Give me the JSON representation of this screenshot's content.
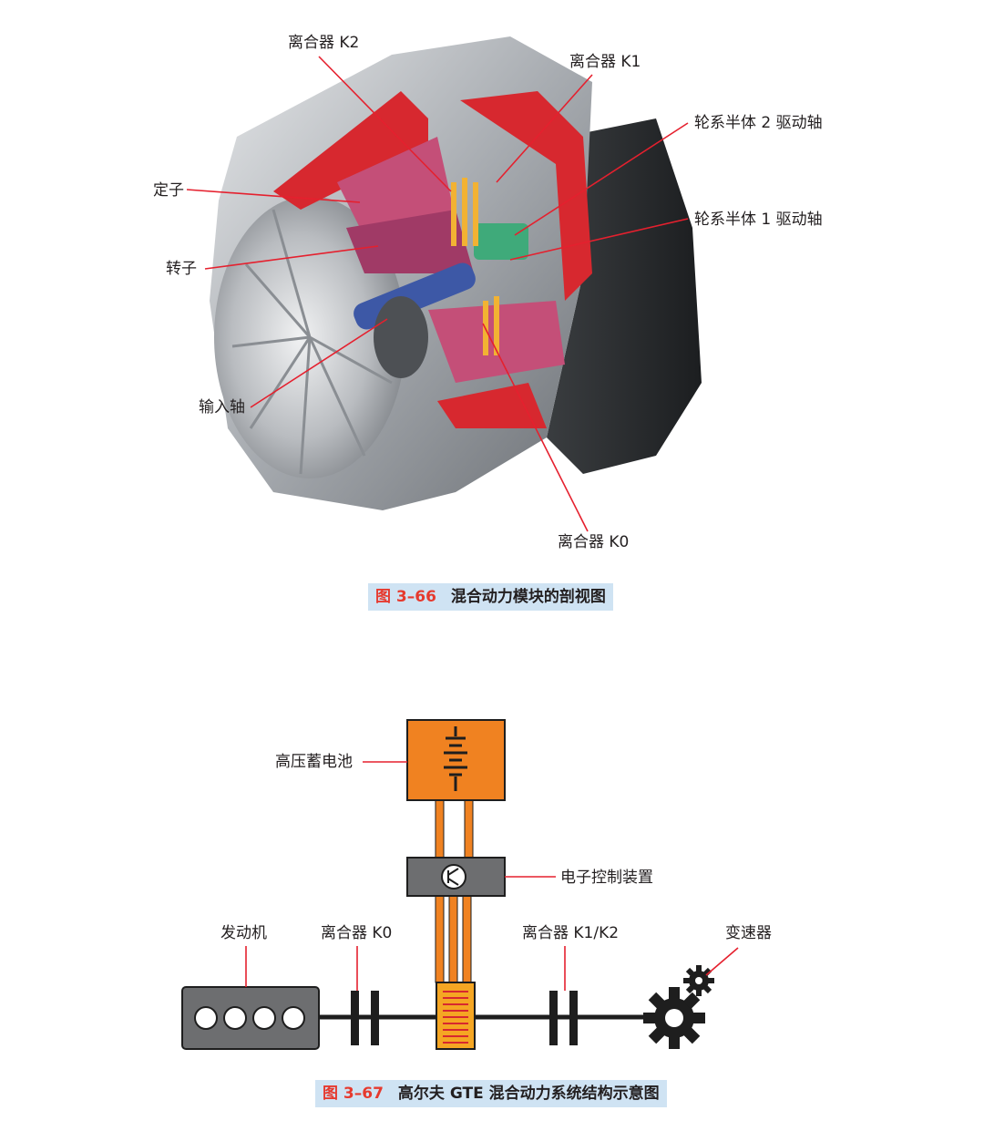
{
  "figure1": {
    "labels": {
      "k2": "离合器 K2",
      "k1": "离合器 K1",
      "shaft2": "轮系半体 2 驱动轴",
      "stator": "定子",
      "shaft1": "轮系半体 1 驱动轴",
      "rotor": "转子",
      "input": "输入轴",
      "k0": "离合器 K0"
    },
    "caption": {
      "number": "图 3–66",
      "title": "混合动力模块的剖视图"
    }
  },
  "figure2": {
    "labels": {
      "battery": "高压蓄电池",
      "ecu": "电子控制装置",
      "engine": "发动机",
      "k0": "离合器 K0",
      "k12": "离合器 K1/K2",
      "gearbox": "变速器"
    },
    "caption": {
      "number": "图 3–67",
      "title": "高尔夫 GTE 混合动力系统结构示意图"
    },
    "colors": {
      "battery": "#f08221",
      "module": "#f5a623",
      "ecu": "#6d6e70",
      "engine": "#6d6e70",
      "leader": "#e5202e"
    }
  }
}
